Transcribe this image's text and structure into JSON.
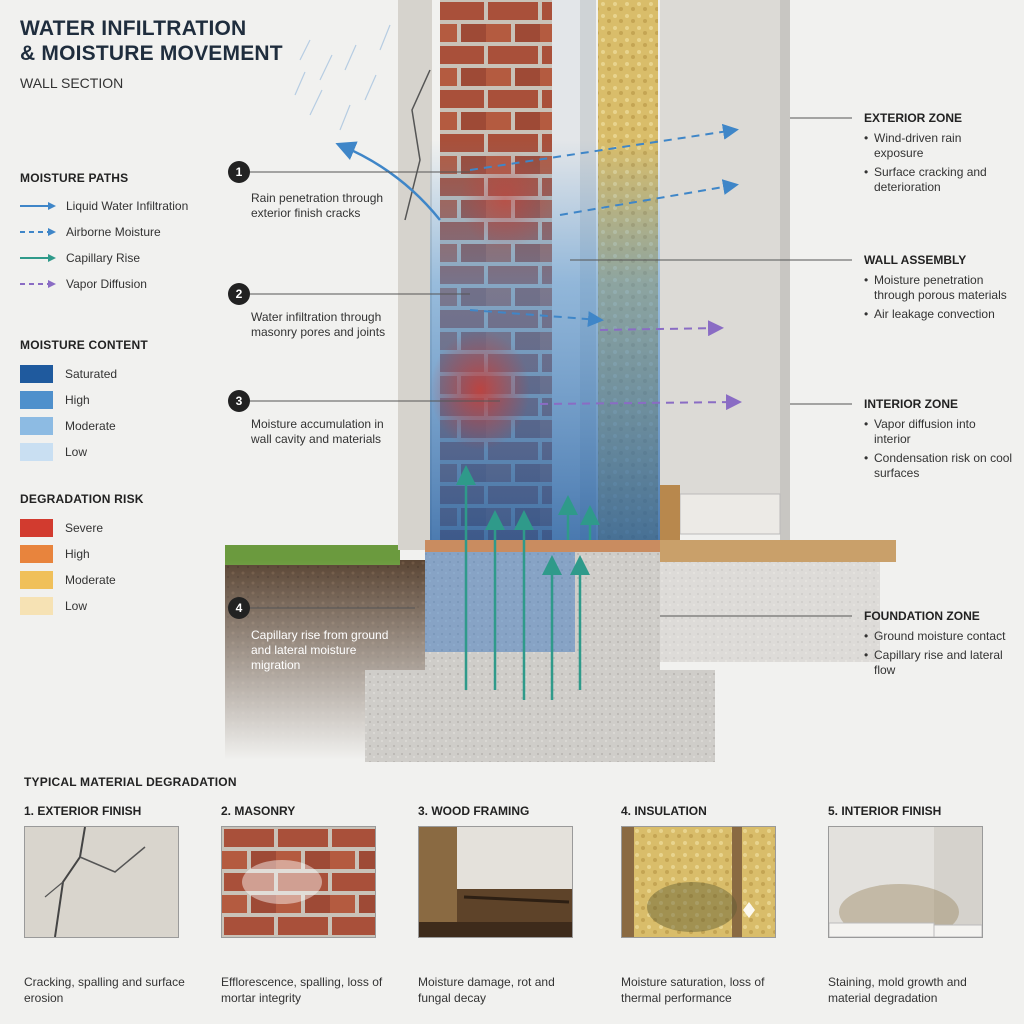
{
  "header": {
    "title_line1": "WATER INFILTRATION",
    "title_line2": "& MOISTURE MOVEMENT",
    "subtitle": "WALL SECTION"
  },
  "moisture_paths": {
    "title": "MOISTURE PATHS",
    "items": [
      {
        "label": "Liquid Water Infiltration",
        "color": "#3f86c8",
        "style": "solid"
      },
      {
        "label": "Airborne Moisture",
        "color": "#3f86c8",
        "style": "dashed"
      },
      {
        "label": "Capillary Rise",
        "color": "#2f9a8a",
        "style": "solid"
      },
      {
        "label": "Vapor Diffusion",
        "color": "#8a6cc4",
        "style": "dashed"
      }
    ]
  },
  "moisture_content": {
    "title": "MOISTURE CONTENT",
    "items": [
      {
        "label": "Saturated",
        "color": "#1f5a9e"
      },
      {
        "label": "High",
        "color": "#4f90cc"
      },
      {
        "label": "Moderate",
        "color": "#8dbbe3"
      },
      {
        "label": "Low",
        "color": "#c9dff2"
      }
    ]
  },
  "degradation_risk": {
    "title": "DEGRADATION RISK",
    "items": [
      {
        "label": "Severe",
        "color": "#d23b2f"
      },
      {
        "label": "High",
        "color": "#e8843d"
      },
      {
        "label": "Moderate",
        "color": "#f0c05a"
      },
      {
        "label": "Low",
        "color": "#f6e2b4"
      }
    ]
  },
  "callouts": [
    {
      "num": "1",
      "text": "Rain penetration through exterior finish cracks"
    },
    {
      "num": "2",
      "text": "Water infiltration through masonry pores and joints"
    },
    {
      "num": "3",
      "text": "Moisture accumulation in wall cavity and materials"
    },
    {
      "num": "4",
      "text": "Capillary rise from ground and lateral moisture migration"
    }
  ],
  "zones": [
    {
      "title": "EXTERIOR ZONE",
      "items": [
        "Wind-driven rain exposure",
        "Surface cracking and deterioration"
      ]
    },
    {
      "title": "WALL ASSEMBLY",
      "items": [
        "Moisture penetration through porous materials",
        "Air leakage convection"
      ]
    },
    {
      "title": "INTERIOR ZONE",
      "items": [
        "Vapor diffusion into interior",
        "Condensation risk on cool surfaces"
      ]
    },
    {
      "title": "FOUNDATION ZONE",
      "items": [
        "Ground moisture contact",
        "Capillary rise and lateral flow"
      ]
    }
  ],
  "degradation": {
    "title": "TYPICAL MATERIAL DEGRADATION",
    "materials": [
      {
        "title": "1. EXTERIOR FINISH",
        "caption": "Cracking, spalling and surface erosion"
      },
      {
        "title": "2. MASONRY",
        "caption": "Efflorescence, spalling, loss of mortar integrity"
      },
      {
        "title": "3. WOOD FRAMING",
        "caption": "Moisture damage, rot and fungal decay"
      },
      {
        "title": "4. INSULATION",
        "caption": "Moisture saturation, loss of thermal performance"
      },
      {
        "title": "5. INTERIOR FINISH",
        "caption": "Staining, mold growth and material degradation"
      }
    ]
  }
}
